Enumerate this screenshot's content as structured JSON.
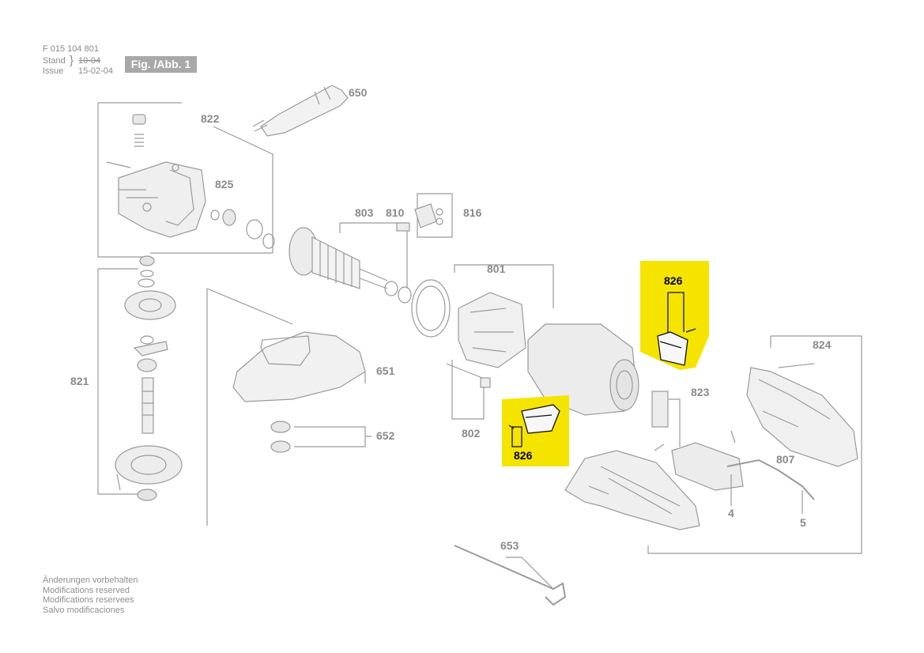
{
  "header": {
    "doc_number": "F 015 104 801",
    "stand_label": "Stand",
    "stand_date": "10-04",
    "issue_label": "Issue",
    "issue_date": "15-02-04",
    "figure_label": "Fig. /Abb. 1"
  },
  "footnote": [
    "Änderungen vorbehalten",
    "Modifications reserved",
    "Modifications reservees",
    "Salvo modificaciones"
  ],
  "part_labels": {
    "p650": "650",
    "p822": "822",
    "p825": "825",
    "p803": "803",
    "p810": "810",
    "p816": "816",
    "p801": "801",
    "p821": "821",
    "p651": "651",
    "p652": "652",
    "p802": "802",
    "p823": "823",
    "p824": "824",
    "p807": "807",
    "p4": "4",
    "p5": "5",
    "p653": "653"
  },
  "highlighted_parts": {
    "upper": "826",
    "lower": "826",
    "color": "#f5e400"
  }
}
